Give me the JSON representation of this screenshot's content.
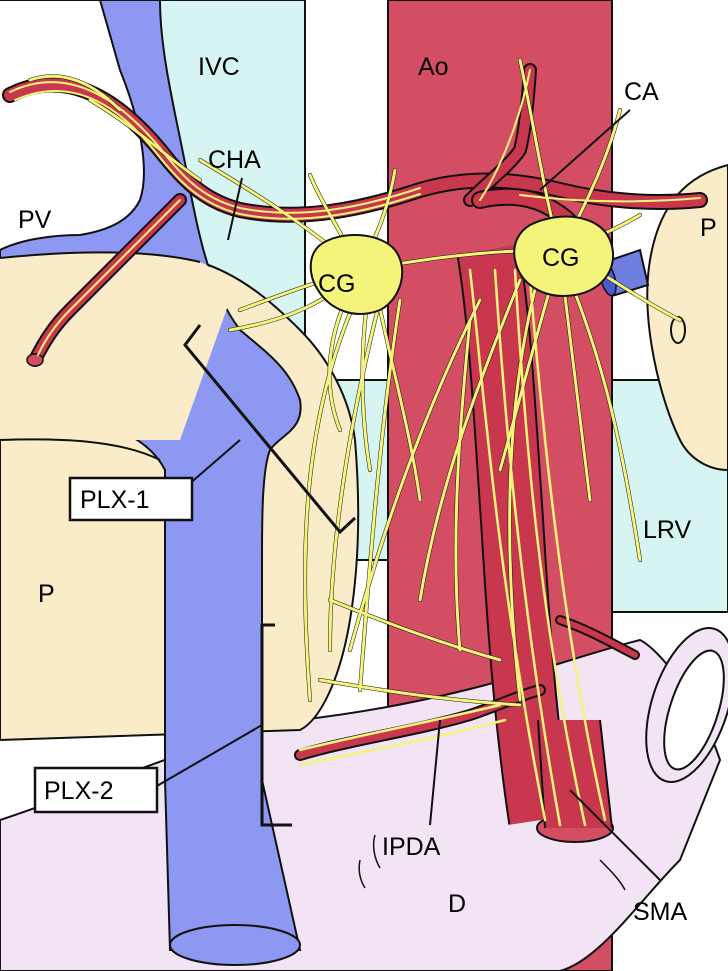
{
  "labels": {
    "pv": "PV",
    "ivc": "IVC",
    "ao": "Ao",
    "ca": "CA",
    "cha": "CHA",
    "cg_left": "CG",
    "cg_right": "CG",
    "p_right": "P",
    "p_left": "P",
    "lrv": "LRV",
    "plx1": "PLX-1",
    "plx2": "PLX-2",
    "ipda": "IPDA",
    "d": "D",
    "sma": "SMA"
  },
  "colors": {
    "portal_vein": "#8c98f2",
    "ivc": "#d6f4f2",
    "aorta": "#d44e63",
    "pancreas": "#faecc8",
    "duodenum": "#f2e4f4",
    "nerve": "#f4f47a",
    "artery": "#c9374f",
    "outline": "#111111"
  }
}
